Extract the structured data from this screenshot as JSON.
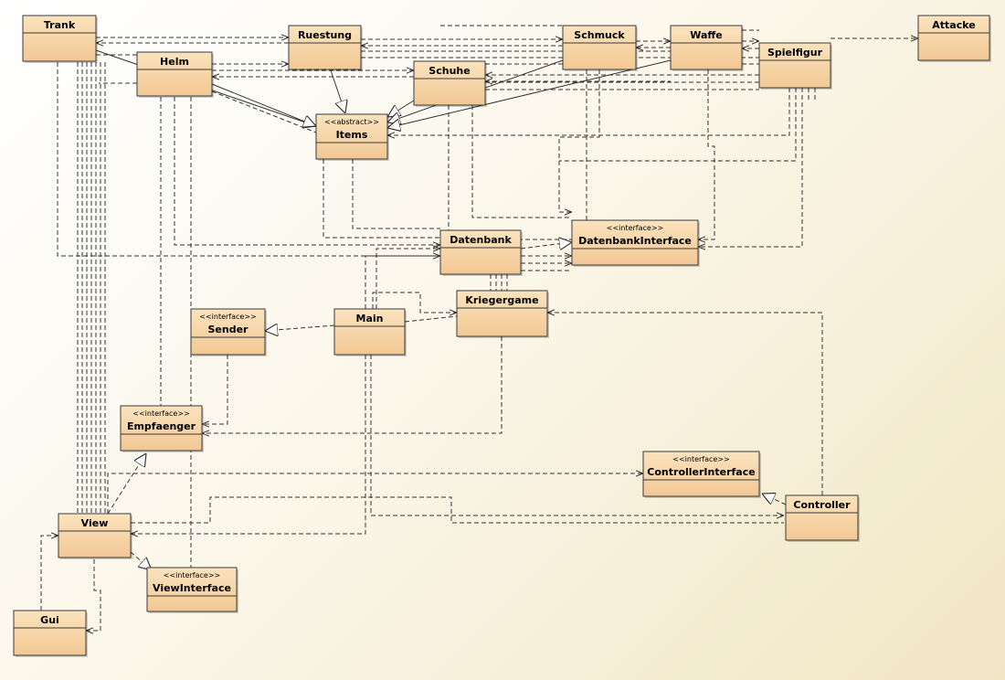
{
  "colors": {
    "box_top": "#fbe3be",
    "box_bottom": "#f2c894",
    "box_border": "#3a3a3a",
    "line": "#333333"
  },
  "classes": [
    {
      "id": "trank",
      "name": "Trank",
      "stereotype": ""
    },
    {
      "id": "ruestung",
      "name": "Ruestung",
      "stereotype": ""
    },
    {
      "id": "helm",
      "name": "Helm",
      "stereotype": ""
    },
    {
      "id": "schuhe",
      "name": "Schuhe",
      "stereotype": ""
    },
    {
      "id": "schmuck",
      "name": "Schmuck",
      "stereotype": ""
    },
    {
      "id": "waffe",
      "name": "Waffe",
      "stereotype": ""
    },
    {
      "id": "spielfigur",
      "name": "Spielfigur",
      "stereotype": ""
    },
    {
      "id": "attacke",
      "name": "Attacke",
      "stereotype": ""
    },
    {
      "id": "items",
      "name": "Items",
      "stereotype": "<<abstract>>"
    },
    {
      "id": "datenbank",
      "name": "Datenbank",
      "stereotype": ""
    },
    {
      "id": "datenbankinterface",
      "name": "DatenbankInterface",
      "stereotype": "<<interface>>"
    },
    {
      "id": "kriegergame",
      "name": "Kriegergame",
      "stereotype": ""
    },
    {
      "id": "main",
      "name": "Main",
      "stereotype": ""
    },
    {
      "id": "sender",
      "name": "Sender",
      "stereotype": "<<interface>>"
    },
    {
      "id": "empfaenger",
      "name": "Empfaenger",
      "stereotype": "<<interface>>"
    },
    {
      "id": "controllerinterface",
      "name": "ControllerInterface",
      "stereotype": "<<interface>>"
    },
    {
      "id": "controller",
      "name": "Controller",
      "stereotype": ""
    },
    {
      "id": "view",
      "name": "View",
      "stereotype": ""
    },
    {
      "id": "viewinterface",
      "name": "ViewInterface",
      "stereotype": "<<interface>>"
    },
    {
      "id": "gui",
      "name": "Gui",
      "stereotype": ""
    }
  ]
}
